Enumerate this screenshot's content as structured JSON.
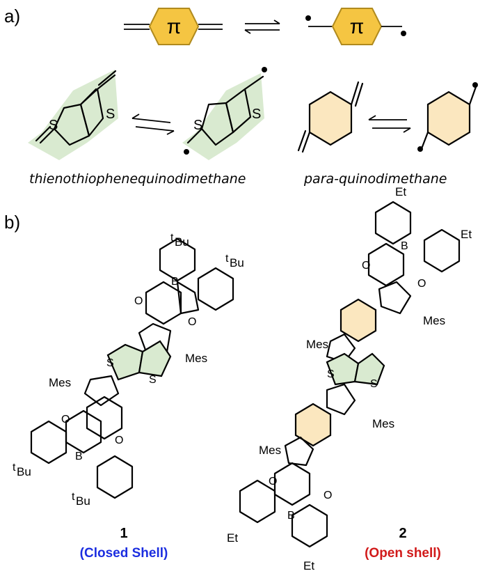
{
  "panel_a": {
    "label": "a)",
    "pi_symbol": "π",
    "sulfur": "S",
    "thieno_caption": "thienothiophenequinodimethane",
    "para_caption": "para-quinodimethane"
  },
  "panel_b": {
    "label": "b)",
    "atoms": {
      "boron": "B",
      "oxygen": "O",
      "sulfur": "S"
    },
    "substituents": {
      "tbu_sup": "t",
      "tbu": "Bu",
      "mes": "Mes",
      "et": "Et"
    },
    "compound1": {
      "number": "1",
      "note": "(Closed Shell)"
    },
    "compound2": {
      "number": "2",
      "note": "(Open shell)"
    }
  },
  "colors": {
    "pi_fill": "#f5c542",
    "pi_stroke": "#b08a1e",
    "thieno_fill": "#d9ead0",
    "benzo_fill": "#fbe7bf",
    "closed_shell": "#1c2ee0",
    "open_shell": "#d11a1a"
  }
}
